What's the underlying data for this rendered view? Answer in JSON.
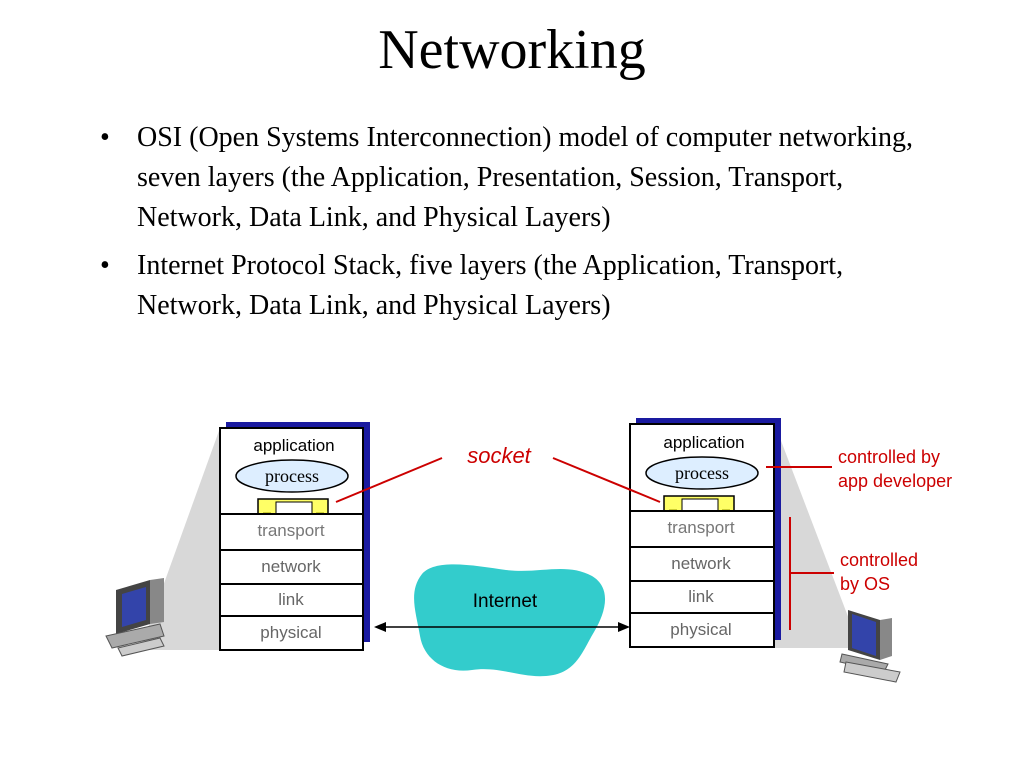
{
  "title": "Networking",
  "bullets": [
    "OSI (Open Systems Interconnection) model of computer networking, seven layers (the Application, Presentation, Session, Transport, Network, Data Link, and Physical Layers)",
    "Internet Protocol Stack, five layers (the Application, Transport, Network, Data Link, and Physical Layers)"
  ],
  "bullet_glyph": "•",
  "diagram": {
    "left_stack": {
      "application": "application",
      "process": "process",
      "transport": "transport",
      "network": "network",
      "link": "link",
      "physical": "physical"
    },
    "right_stack": {
      "application": "application",
      "process": "process",
      "transport": "transport",
      "network": "network",
      "link": "link",
      "physical": "physical"
    },
    "socket_label": "socket",
    "internet_label": "Internet",
    "controlled_app": [
      "controlled by",
      "app developer"
    ],
    "controlled_os": [
      "controlled",
      "by OS"
    ],
    "icons": [
      "computer-icon-left",
      "computer-icon-right"
    ],
    "colors": {
      "accent_red": "#cc0000",
      "stack_shadow": "#1a1aa0",
      "cloud": "#33cccc",
      "socket_fill": "#ffff66",
      "layer_text": "#666666"
    }
  }
}
